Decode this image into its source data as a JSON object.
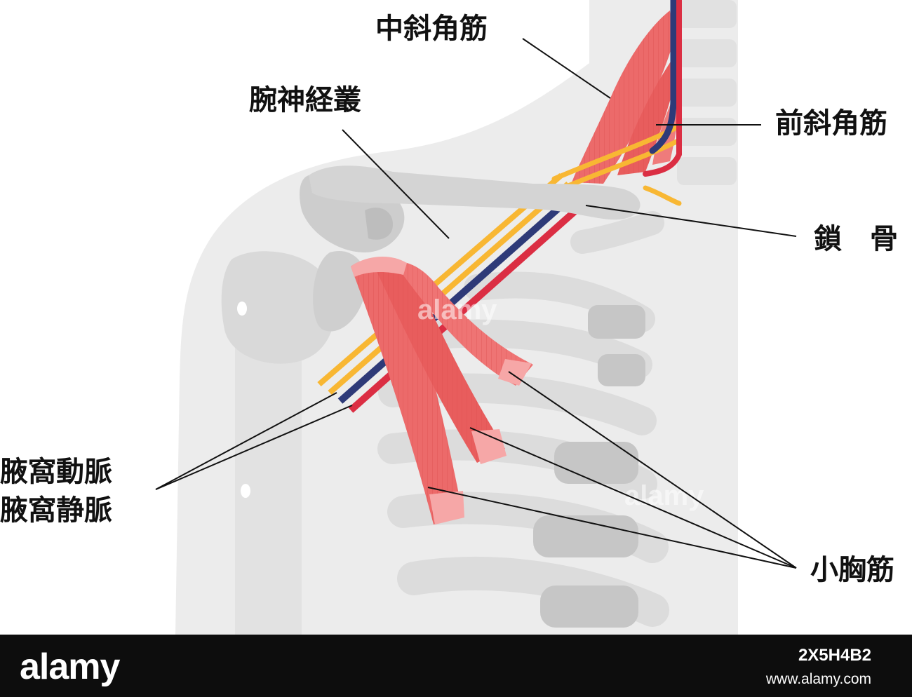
{
  "labels": {
    "middle_scalene": "中斜角筋",
    "brachial_plexus": "腕神経叢",
    "anterior_scalene": "前斜角筋",
    "clavicle": "鎖　骨",
    "axillary_artery": "腋窩動脈",
    "axillary_vein": "腋窩静脈",
    "pectoralis_minor": "小胸筋"
  },
  "watermark": "alamy",
  "footer": {
    "logo": "alamy",
    "image_id": "2X5H4B2",
    "url": "www.alamy.com"
  },
  "colors": {
    "muscle": "#ec6a6a",
    "muscle_light": "#f6a7a7",
    "nerve": "#f8b733",
    "vein": "#2e3a78",
    "artery": "#db2e43",
    "bone": "#d6d6d6",
    "body": "#efefef",
    "footer_bg": "#0d0d0d"
  }
}
